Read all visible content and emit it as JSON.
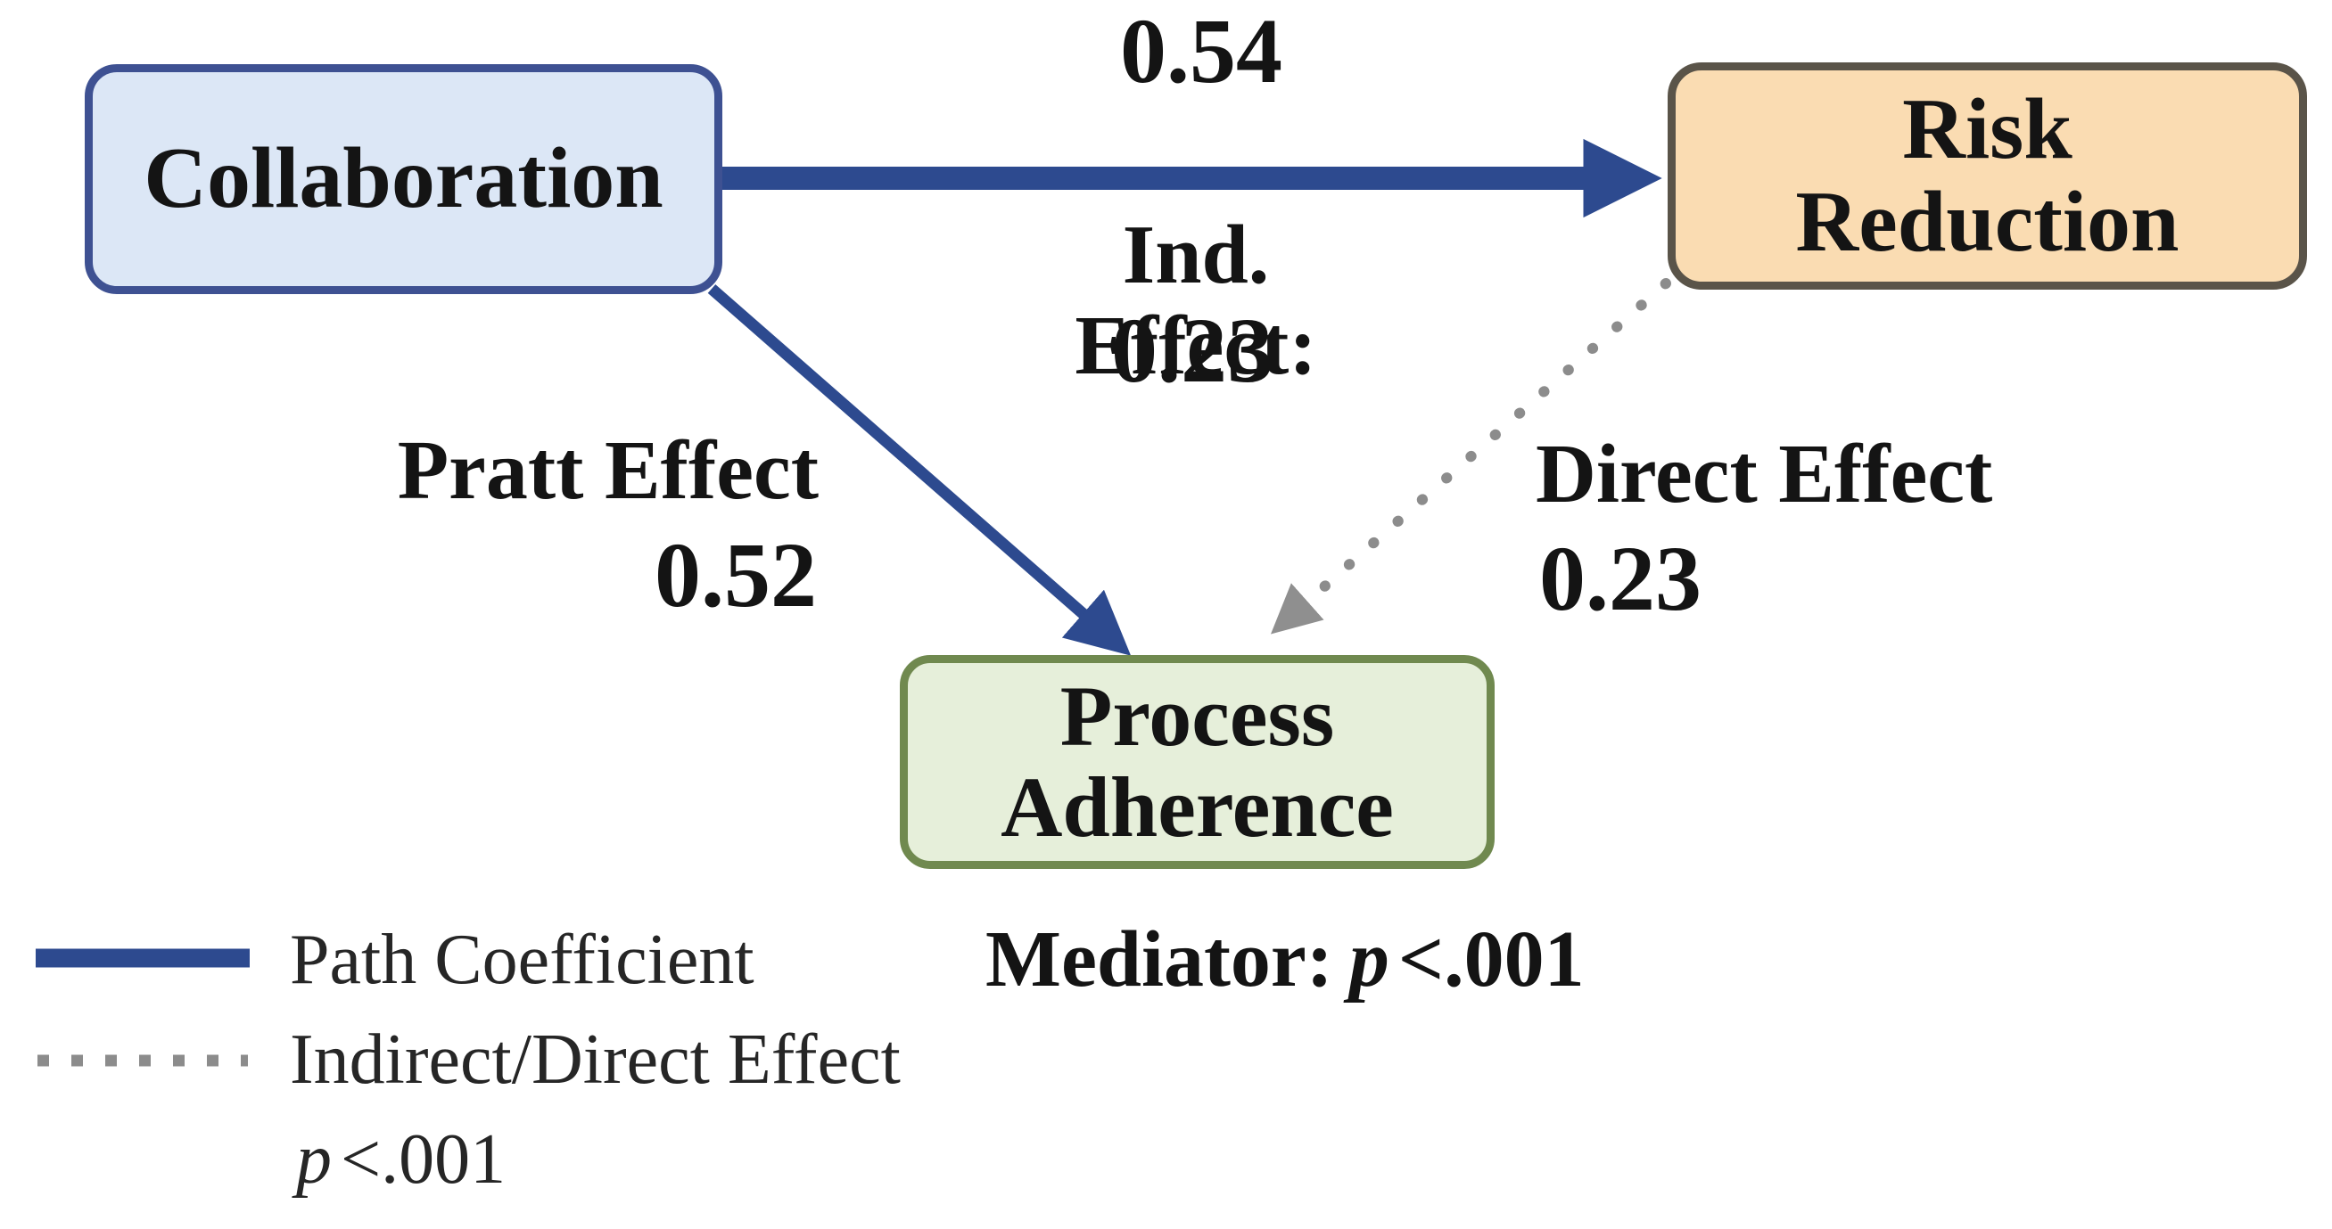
{
  "diagram_type": "mediation-path-diagram",
  "nodes": {
    "collaboration": {
      "label": "Collaboration",
      "role": "predictor"
    },
    "risk_reduction": {
      "label": "Risk\nReduction",
      "role": "outcome"
    },
    "process_adherence": {
      "label": "Process\nAdherence",
      "role": "mediator"
    }
  },
  "paths": {
    "total": {
      "from": "Collaboration",
      "to": "Risk Reduction",
      "coefficient": "0.54",
      "style": "solid-thick-blue"
    },
    "indirect": {
      "label": "Ind. Effect:",
      "value": "0.23"
    },
    "pratt": {
      "label": "Pratt Effect",
      "value": "0.52",
      "from": "Collaboration",
      "to": "Process Adherence",
      "style": "solid-blue"
    },
    "direct": {
      "label": "Direct Effect",
      "value": "0.23",
      "from": "Risk Reduction",
      "to": "Process Adherence",
      "style": "dotted-gray"
    }
  },
  "mediator_note": {
    "prefix": "Mediator:",
    "p": "p",
    "rest": "<.001"
  },
  "legend": {
    "path_coefficient_label": "Path Coefficient",
    "indirect_direct_label": "Indirect/Direct Effect",
    "p": "p",
    "p_rest": "<.001"
  },
  "colors": {
    "path_blue": "#2d4a8f",
    "dotted_gray": "#8c8c8c",
    "gray_arrowhead": "#8f8f8f",
    "collaboration_fill": "#dce7f6",
    "collaboration_border": "#3e5192",
    "risk_fill": "#fadcb2",
    "risk_border": "#5a5449",
    "process_fill": "#e6efda",
    "process_border": "#70894f",
    "text": "#141414",
    "background": "#ffffff"
  }
}
